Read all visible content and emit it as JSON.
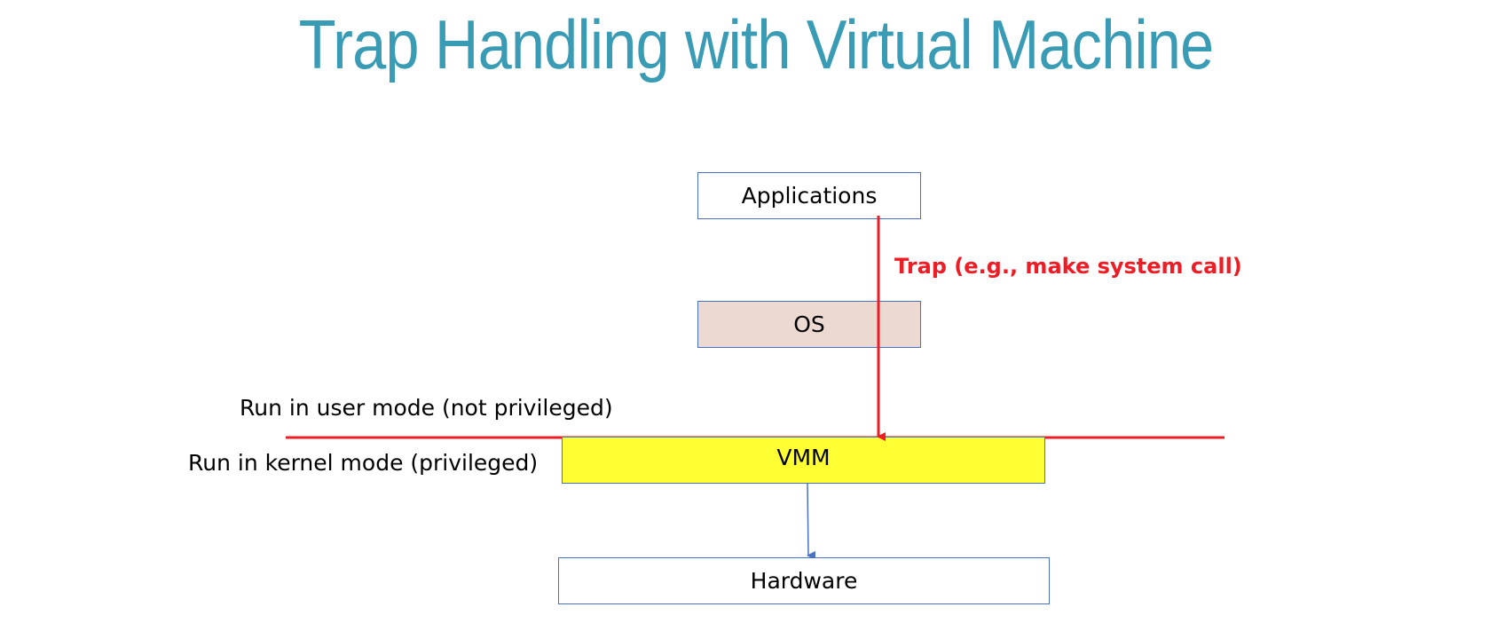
{
  "title": "Trap Handling with Virtual Machine",
  "boxes": {
    "applications": "Applications",
    "os": "OS",
    "vmm": "VMM",
    "hardware": "Hardware"
  },
  "labels": {
    "user_mode": "Run in user mode (not privileged)",
    "kernel_mode": "Run in kernel mode (privileged)",
    "trap": "Trap (e.g.,  make system call)"
  },
  "colors": {
    "title": "#3a9bb5",
    "trap": "#ee1c25",
    "os_fill": "#ecd9d2",
    "vmm_fill": "#ffff33",
    "box_border": "#4a72c4"
  }
}
